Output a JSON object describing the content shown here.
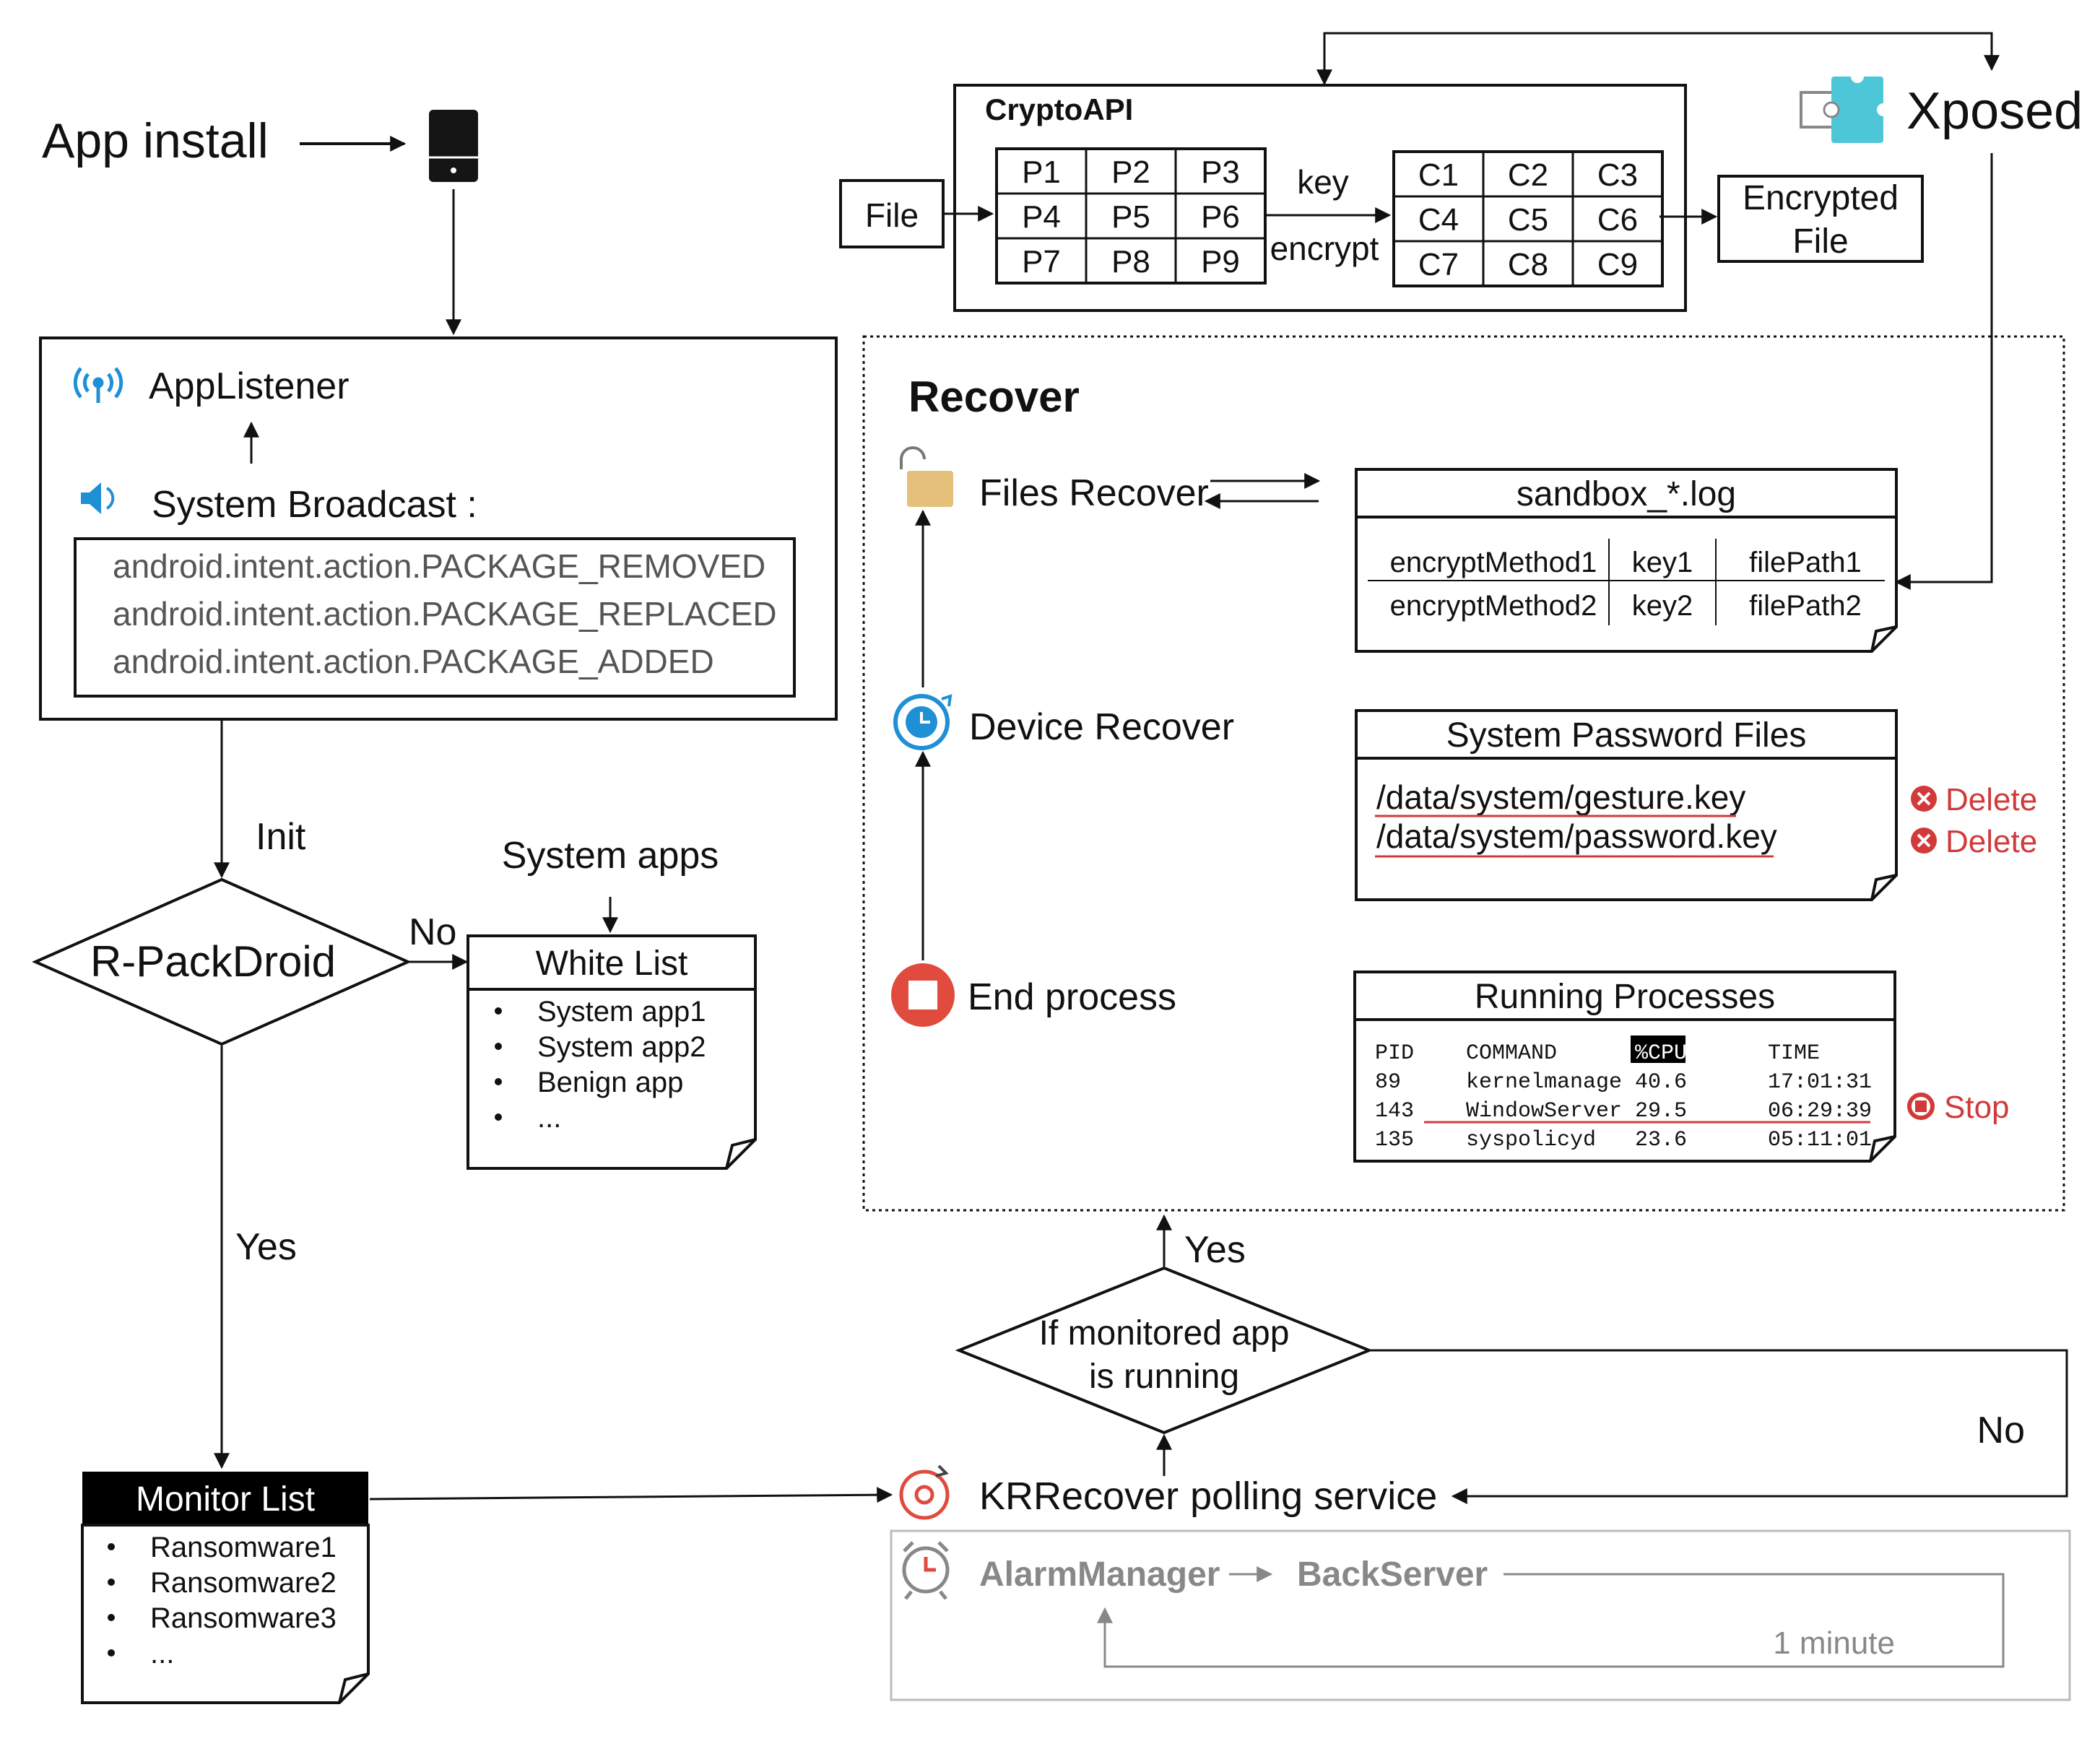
{
  "colors": {
    "red": "#d23a3a",
    "blue": "#1f8fd6",
    "lock": "#e4c07a",
    "grey": "#888888"
  },
  "app_install": {
    "label": "App install"
  },
  "listener": {
    "app_listener": "AppListener",
    "system_broadcast": "System Broadcast :",
    "actions": [
      "android.intent.action.PACKAGE_REMOVED",
      "android.intent.action.PACKAGE_REPLACED",
      "android.intent.action.PACKAGE_ADDED"
    ]
  },
  "flow": {
    "init": "Init",
    "decision": "R-PackDroid",
    "no": "No",
    "yes": "Yes"
  },
  "white_list": {
    "source": "System apps",
    "title": "White List",
    "items": [
      "System app1",
      "System app2",
      "Benign app",
      "..."
    ]
  },
  "monitor_list": {
    "title": "Monitor List",
    "items": [
      "Ransomware1",
      "Ransomware2",
      "Ransomware3",
      "..."
    ]
  },
  "crypto": {
    "title": "CryptoAPI",
    "file": "File",
    "plain": [
      [
        "P1",
        "P2",
        "P3"
      ],
      [
        "P4",
        "P5",
        "P6"
      ],
      [
        "P7",
        "P8",
        "P9"
      ]
    ],
    "key": "key",
    "encrypt": "encrypt",
    "cipher": [
      [
        "C1",
        "C2",
        "C3"
      ],
      [
        "C4",
        "C5",
        "C6"
      ],
      [
        "C7",
        "C8",
        "C9"
      ]
    ],
    "encrypted_line1": "Encrypted",
    "encrypted_line2": "File",
    "xposed": "Xposed"
  },
  "recover": {
    "title": "Recover",
    "files_recover": "Files Recover",
    "device_recover": "Device Recover",
    "end_process": "End process",
    "sandbox": {
      "title": "sandbox_*.log",
      "rows": [
        [
          "encryptMethod1",
          "key1",
          "filePath1"
        ],
        [
          "encryptMethod2",
          "key2",
          "filePath2"
        ]
      ]
    },
    "password": {
      "title": "System Password Files",
      "files": [
        "/data/system/gesture.key",
        "/data/system/password.key"
      ],
      "action": "Delete"
    },
    "processes": {
      "title": "Running Processes",
      "headers": [
        "PID",
        "COMMAND",
        "%CPU",
        "TIME"
      ],
      "rows": [
        [
          "89",
          "kernelmanage",
          "40.6",
          "17:01:31"
        ],
        [
          "143",
          "WindowServer",
          "29.5",
          "06:29:39"
        ],
        [
          "135",
          "syspolicyd",
          "23.6",
          "05:11:01"
        ]
      ],
      "action": "Stop"
    }
  },
  "polling": {
    "decision_line1": "If monitored app",
    "decision_line2": "is running",
    "yes": "Yes",
    "no": "No",
    "service_name": "KRRecover",
    "service_suffix": "polling service",
    "alarm": "AlarmManager",
    "back": "BackServer",
    "interval": "1 minute"
  }
}
